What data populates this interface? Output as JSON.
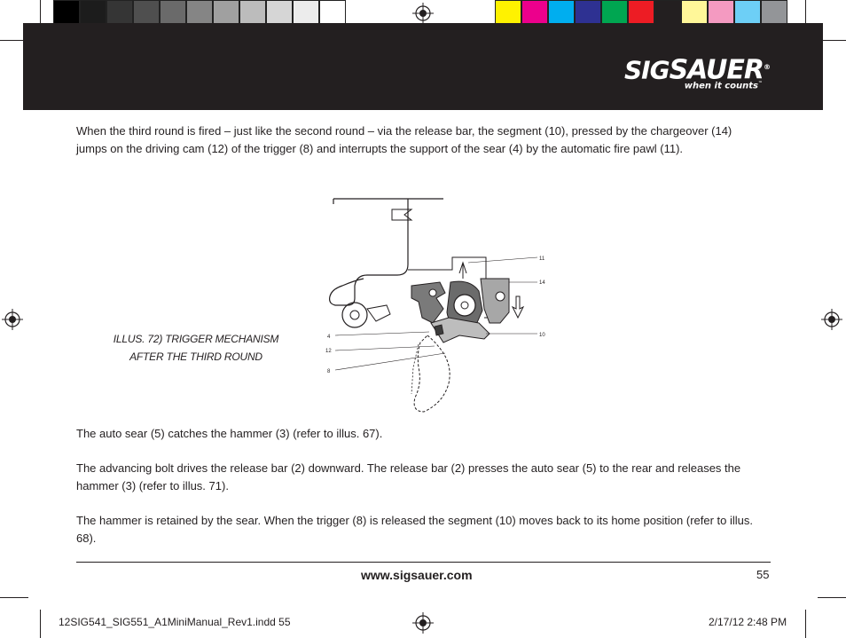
{
  "color_bars": {
    "left": [
      "#000000",
      "#1c1c1c",
      "#353535",
      "#4f4f4f",
      "#6a6a6a",
      "#858585",
      "#a0a0a0",
      "#bcbcbc",
      "#d6d6d6",
      "#ececec",
      "#ffffff"
    ],
    "right": [
      "#fff200",
      "#ec008c",
      "#00aeef",
      "#2e3192",
      "#00a651",
      "#ed1c24",
      "#231f20",
      "#fff799",
      "#f49ac1",
      "#6dcff6",
      "#939598"
    ]
  },
  "header": {
    "bg_color": "#231f20",
    "logo_part1": "SIG",
    "logo_part2": "SAUER",
    "logo_reg": "®",
    "logo_tagline": "when it counts",
    "logo_tm": "™"
  },
  "content": {
    "intro_paragraph": "When the third round is fired – just like the second round – via the release bar, the segment (10), pressed by the chargeover (14) jumps on the driving cam (12) of the trigger (8) and interrupts the support of the sear (4) by the automatic fire pawl (11).",
    "caption_line1": "Illus. 72) Trigger Mechanism",
    "caption_line2": "After the Third Round",
    "figure_labels": {
      "l11": "11",
      "l14": "14",
      "l10": "10",
      "l4": "4",
      "l12": "12",
      "l8": "8"
    },
    "paragraph2": "The auto sear (5) catches the hammer (3) (refer to illus. 67).",
    "paragraph3": "The advancing bolt drives the release bar (2) downward. The release bar (2) presses the auto sear (5) to the rear and releases the hammer (3) (refer to illus. 71).",
    "paragraph4": "The hammer is retained by the sear. When the trigger (8) is released the segment (10) moves back to its home position (refer to illus. 68)."
  },
  "footer": {
    "url": "www.sigsauer.com",
    "page_number": "55"
  },
  "slug": {
    "file": "12SIG541_SIG551_A1MiniManual_Rev1.indd   55",
    "datetime": "2/17/12   2:48 PM"
  }
}
